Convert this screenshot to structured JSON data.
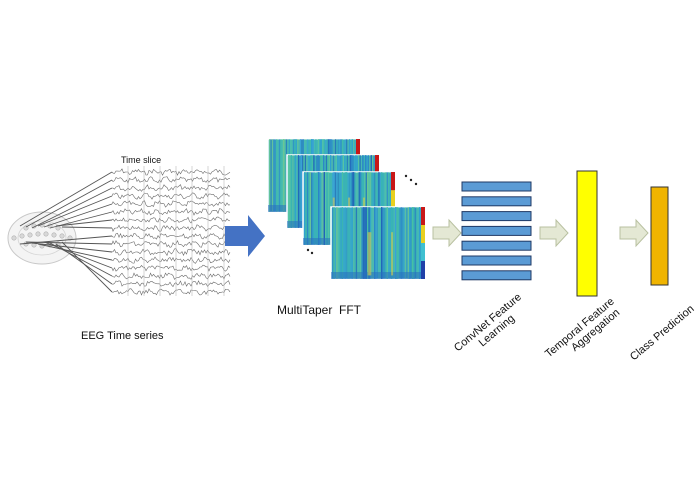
{
  "labels": {
    "time_slice": "Time slice",
    "eeg_time_series": "EEG Time series",
    "multitaper_fft": "MultiTaper  FFT",
    "convnet_line1": "ConvNet Feature",
    "convnet_line2": "Learning",
    "temporal_line1": "Temporal Feature",
    "temporal_line2": "Aggregation",
    "class_prediction": "Class Prediction"
  },
  "colors": {
    "big_arrow": "#4472C4",
    "small_arrow_fill": "#E4E8D4",
    "small_arrow_stroke": "#B8C0A0",
    "conv_block": "#5B9BD5",
    "conv_block_border": "#1F3864",
    "temporal_bar": "#FFFF00",
    "class_bar": "#F0B400",
    "bar_border": "#333333",
    "spectrogram_base": "#3AB0C0"
  },
  "icons": {
    "big_arrow": "arrow-right-icon",
    "small_arrow": "arrow-right-icon"
  }
}
